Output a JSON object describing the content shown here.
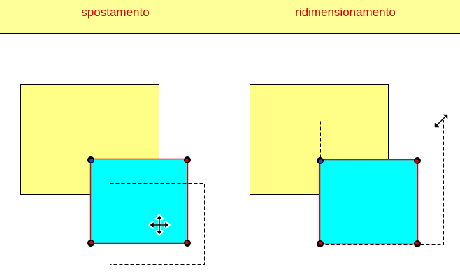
{
  "header": {
    "move_label": "spostamento",
    "resize_label": "ridimensionamento"
  },
  "colors": {
    "header_background": "#ffff99",
    "header_text": "#d40000",
    "back_rectangle_fill": "#ffff88",
    "selected_rectangle_fill": "#00ffff",
    "selected_rectangle_border": "#e00000",
    "handle_outer": "#000000",
    "handle_inner": "#e00000",
    "frame_line": "#000000",
    "dashed_outline": "#000000"
  },
  "panels": [
    {
      "name": "move",
      "cursor_icon": "move-cursor-icon",
      "outline_style": "dashed"
    },
    {
      "name": "resize",
      "cursor_icon": "resize-cursor-icon",
      "outline_style": "dashed"
    }
  ]
}
